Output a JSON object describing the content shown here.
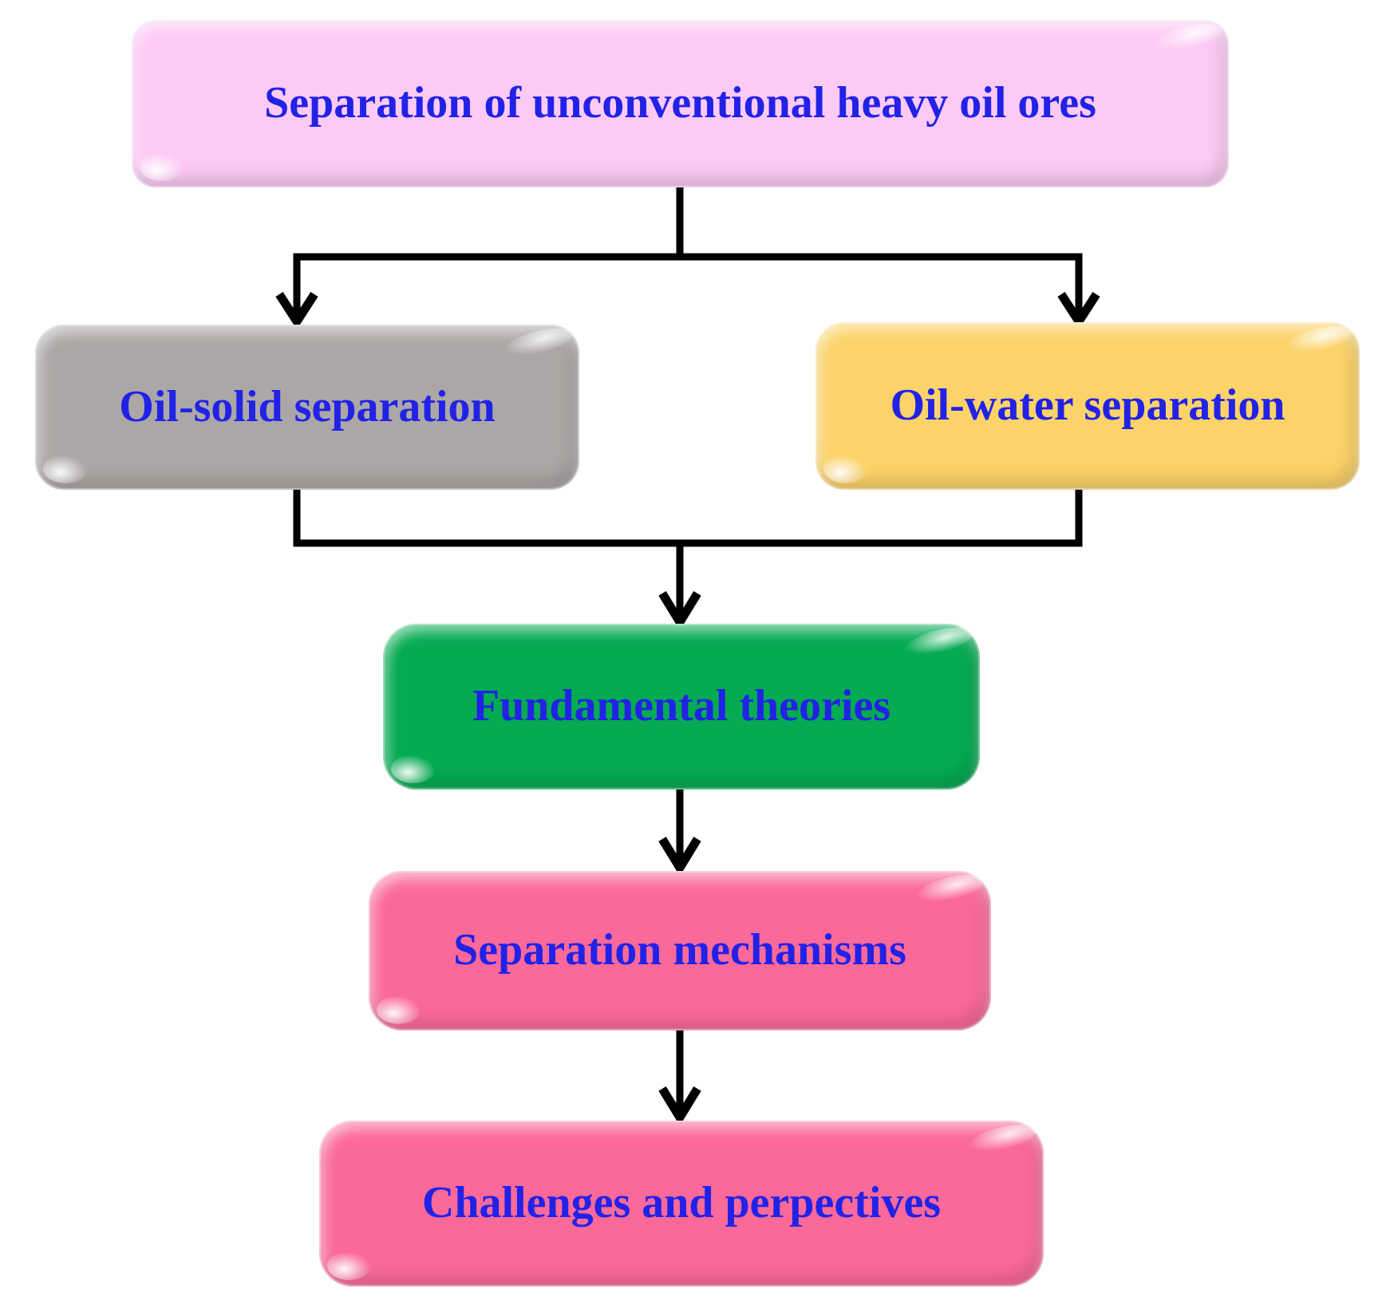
{
  "diagram": {
    "background": "#ffffff",
    "text_color": "#2222e6",
    "connector_color": "#000000",
    "nodes": {
      "root": {
        "label": "Separation of unconventional heavy oil ores",
        "fill": "#fdcaf5"
      },
      "oil_solid": {
        "label": "Oil-solid separation",
        "fill": "#aba7a6"
      },
      "oil_water": {
        "label": "Oil-water separation",
        "fill": "#fcd368"
      },
      "fundamental": {
        "label": "Fundamental theories",
        "fill": "#04ab52"
      },
      "mechanisms": {
        "label": "Separation mechanisms",
        "fill": "#fb699b"
      },
      "challenges": {
        "label": "Challenges and perpectives",
        "fill": "#fb699b"
      }
    },
    "edges": [
      {
        "from": "root",
        "to": "oil_solid"
      },
      {
        "from": "root",
        "to": "oil_water"
      },
      {
        "from": "oil_solid",
        "to": "fundamental"
      },
      {
        "from": "oil_water",
        "to": "fundamental"
      },
      {
        "from": "fundamental",
        "to": "mechanisms"
      },
      {
        "from": "mechanisms",
        "to": "challenges"
      }
    ]
  }
}
